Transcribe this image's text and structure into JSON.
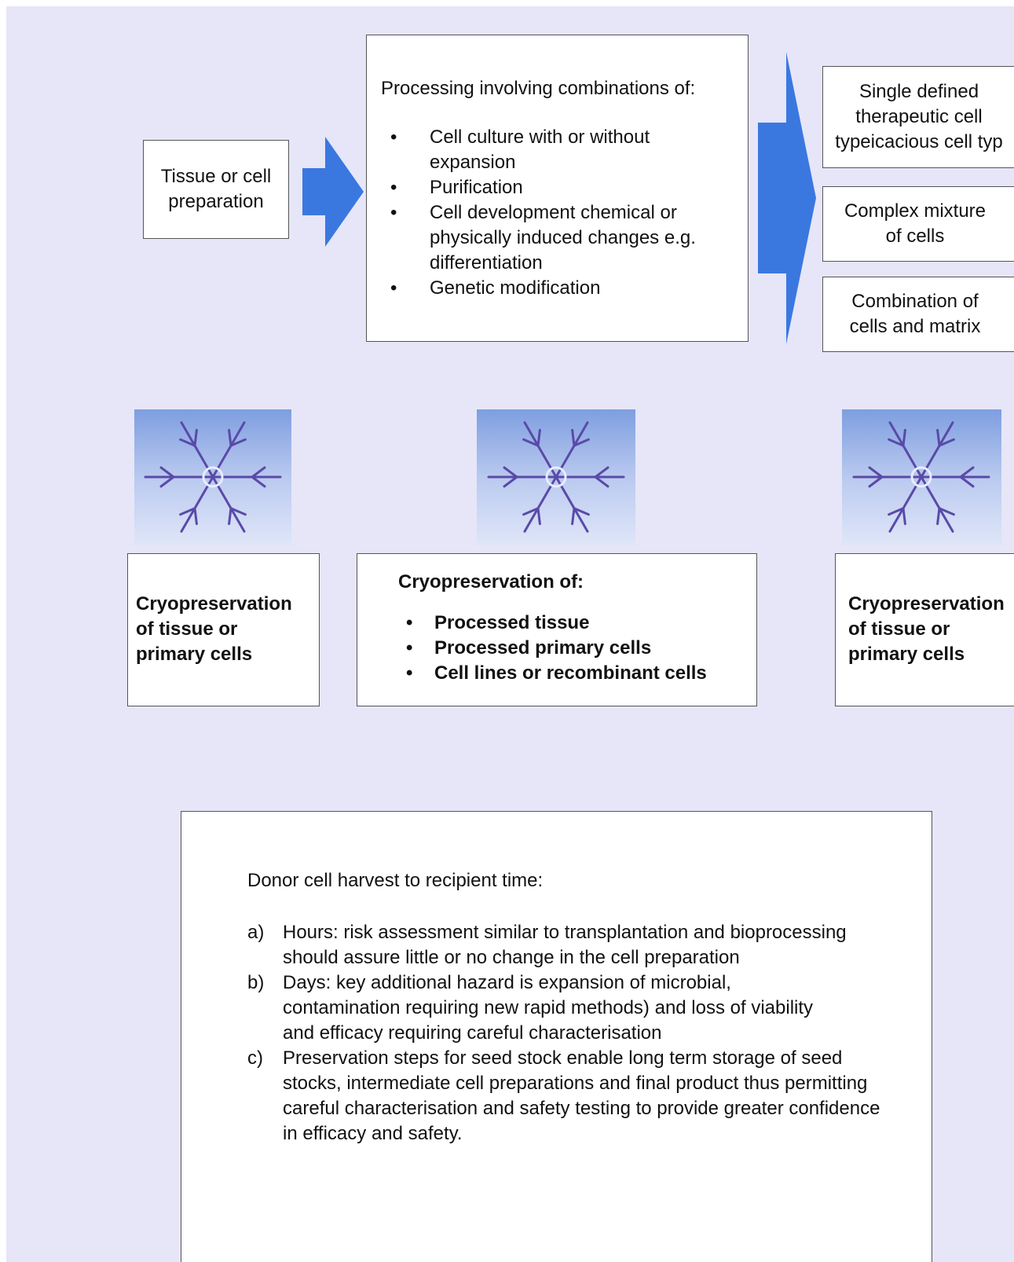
{
  "colors": {
    "background": "#e6e6f8",
    "arrow": "#3a78e0",
    "box_border": "#555555"
  },
  "tissue_box": {
    "label": "Tissue or cell preparation"
  },
  "processing_box": {
    "heading": "Processing involving combinations of:",
    "items": [
      "Cell culture with or without expansion",
      "Purification",
      "Cell development chemical or physically induced changes e.g. differentiation",
      "Genetic modification"
    ]
  },
  "outputs": [
    {
      "label": "Single defined therapeutic cell typeicacious cell typ"
    },
    {
      "label": "Complex mixture of cells"
    },
    {
      "label": "Combination of cells and matrix"
    }
  ],
  "cryo_left": {
    "label": "Cryopreservation of tissue or primary cells"
  },
  "cryo_middle": {
    "heading": "Cryopreservation of:",
    "items": [
      "Processed tissue",
      "Processed primary cells",
      "Cell lines or recombinant cells"
    ]
  },
  "cryo_right": {
    "label": "Cryopreservation of tissue or primary cells"
  },
  "snowflake_icons": [
    "snowflake-icon",
    "snowflake-icon",
    "snowflake-icon"
  ],
  "harvest_box": {
    "heading": "Donor cell harvest to recipient time:",
    "items": [
      {
        "marker": "a)",
        "text": "Hours: risk assessment similar to transplantation and bioprocessing should assure little or no change in the cell preparation"
      },
      {
        "marker": "b)",
        "text": "Days: key additional hazard is expansion of microbial, contamination requiring new rapid methods) and loss of viability and efficacy requiring careful characterisation"
      },
      {
        "marker": "c)",
        "text": "Preservation steps for seed stock enable long term storage of seed stocks, intermediate cell preparations and final product thus permitting careful characterisation and safety testing to provide greater confidence in efficacy and safety."
      }
    ]
  }
}
